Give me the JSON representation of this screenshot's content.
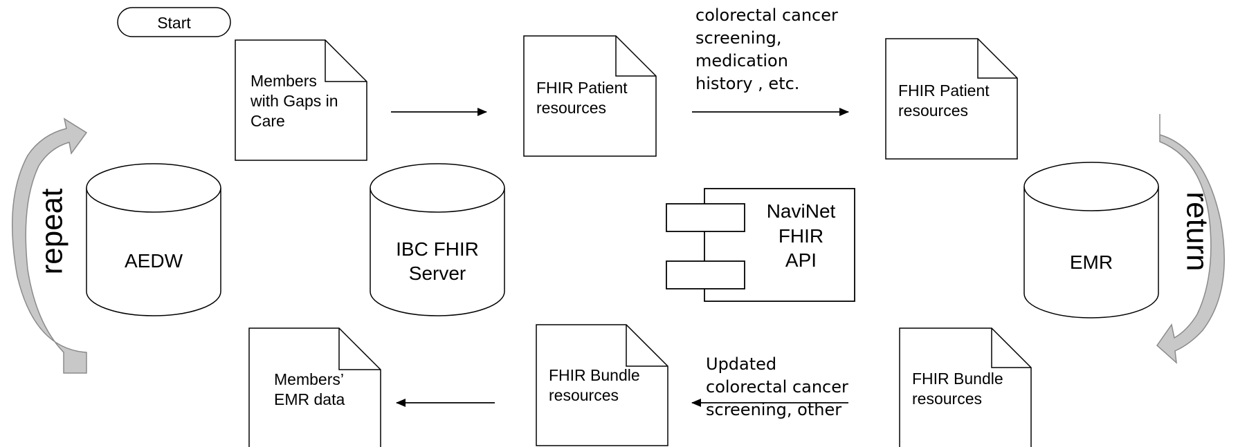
{
  "start_label": "Start",
  "documents": {
    "members_gaps": [
      "Members",
      "with Gaps in",
      "Care"
    ],
    "fhir_patient_1": [
      "FHIR Patient",
      "resources"
    ],
    "fhir_patient_2": [
      "FHIR Patient",
      "resources"
    ],
    "members_emr": [
      "Members’",
      "EMR data"
    ],
    "fhir_bundle_1": [
      "FHIR Bundle",
      "resources"
    ],
    "fhir_bundle_2": [
      "FHIR Bundle",
      "resources"
    ]
  },
  "databases": {
    "aedw": [
      "AEDW"
    ],
    "ibc_fhir": [
      "IBC FHIR",
      "Server"
    ],
    "emr": [
      "EMR"
    ]
  },
  "component": [
    "NaviNet",
    "FHIR",
    "API"
  ],
  "notes": {
    "top": [
      "colorectal cancer",
      "screening,",
      "medication",
      "history , etc."
    ],
    "bottom": [
      "Updated",
      "colorectal cancer",
      "screening, other"
    ]
  },
  "loop_labels": {
    "left": "repeat",
    "right": "return"
  },
  "colors": {
    "stroke": "#000000",
    "loop_fill": "#c8c8c8",
    "loop_stroke": "#8a8a8a"
  }
}
